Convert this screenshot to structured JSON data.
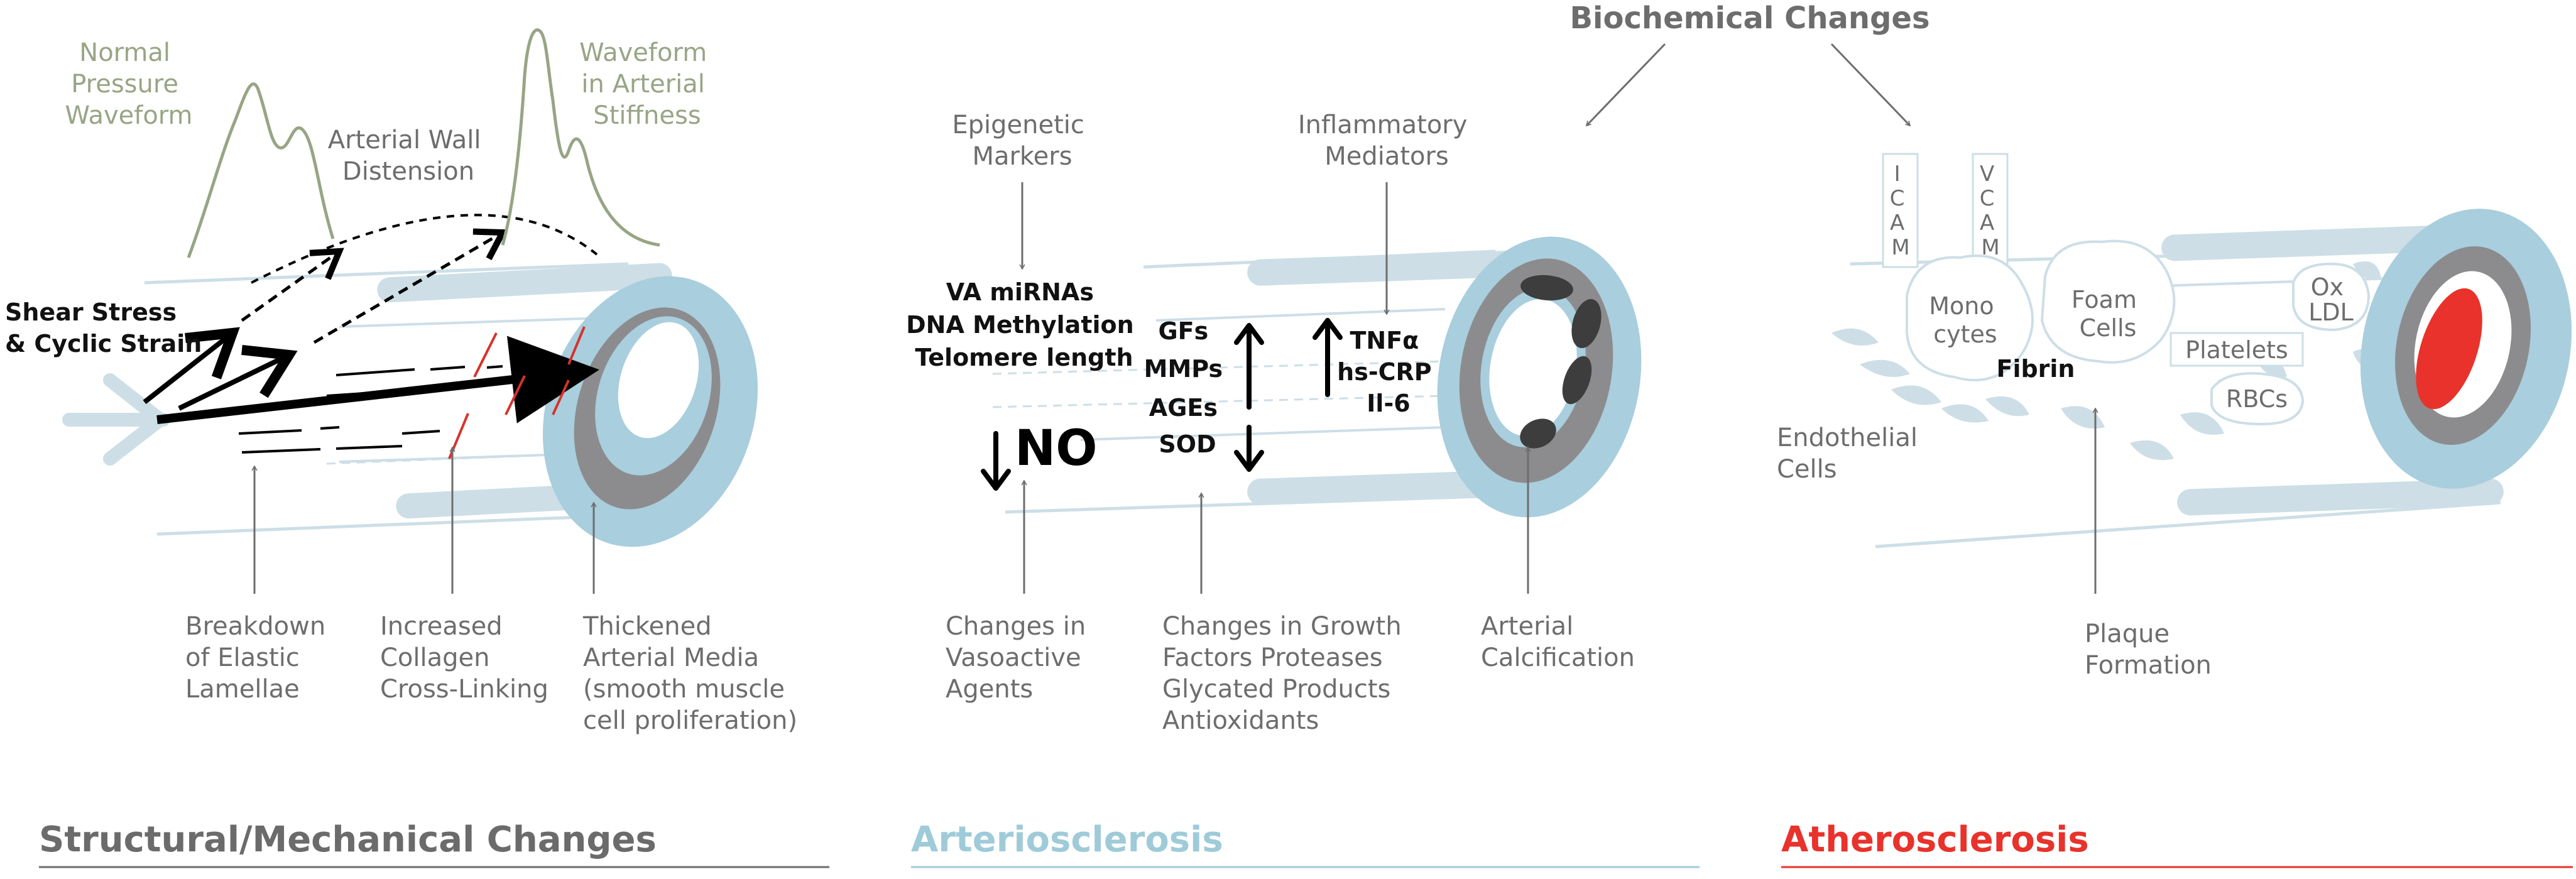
{
  "colors": {
    "vessel_blue": "#a9cedd",
    "pale_blue": "#cddee6",
    "media_gray": "#8c8c8e",
    "structural_title": "#6b6b6b",
    "arteriosclerosis_title": "#9fcbd9",
    "atherosclerosis_title": "#e8322b",
    "waveform_green": "#98a585",
    "collagen_red": "#d8322b"
  },
  "structural": {
    "normal_waveform": [
      "Normal",
      "Pressure",
      "Waveform"
    ],
    "stiff_waveform": [
      "Waveform",
      "in Arterial",
      "Stiffness"
    ],
    "distension": [
      "Arterial Wall",
      "Distension"
    ],
    "shear": [
      "Shear Stress",
      "& Cyclic Strain"
    ],
    "elastic": [
      "Breakdown",
      "of Elastic",
      "Lamellae"
    ],
    "collagen": [
      "Increased",
      "Collagen",
      "Cross-Linking"
    ],
    "media": [
      "Thickened",
      "Arterial Media",
      "(smooth muscle",
      "cell proliferation)"
    ],
    "title": "Structural/Mechanical Changes"
  },
  "arteriosclerosis": {
    "epigenetic": [
      "Epigenetic",
      "Markers"
    ],
    "inflammatory": [
      "Inflammatory",
      "Mediators"
    ],
    "epi_list": [
      "VA miRNAs",
      "DNA Methylation",
      "Telomere length"
    ],
    "growth_list": [
      "GFs",
      "MMPs",
      "AGEs",
      "SOD"
    ],
    "inflam_list": [
      "TNFα",
      "hs-CRP",
      "Il-6"
    ],
    "no_label": "NO",
    "vasoactive": [
      "Changes in",
      "Vasoactive",
      "Agents"
    ],
    "growth": [
      "Changes in Growth",
      "Factors Proteases",
      "Glycated Products",
      "Antioxidants"
    ],
    "calcification": [
      "Arterial",
      "Calcification"
    ],
    "title": "Arteriosclerosis"
  },
  "atherosclerosis": {
    "biochemical": "Biochemical Changes",
    "icam": [
      "I",
      "C",
      "A",
      "M"
    ],
    "vcam": [
      "V",
      "C",
      "A",
      "M"
    ],
    "monocytes": [
      "Mono",
      "cytes"
    ],
    "foam": [
      "Foam",
      "Cells"
    ],
    "oxldl": [
      "Ox",
      "LDL"
    ],
    "platelets": "Platelets",
    "fibrin": "Fibrin",
    "rbcs": "RBCs",
    "endothelial": [
      "Endothelial",
      "Cells"
    ],
    "plaque": [
      "Plaque",
      "Formation"
    ],
    "title": "Atherosclerosis"
  }
}
